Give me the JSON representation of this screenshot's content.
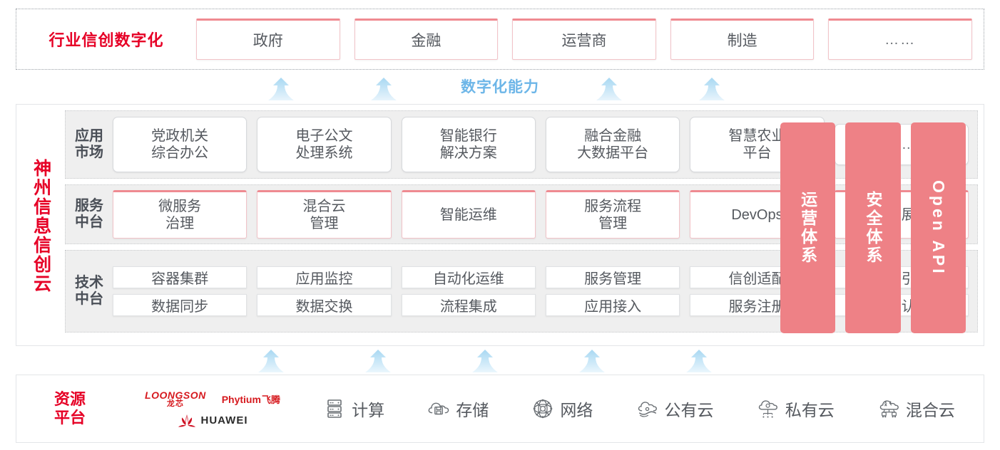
{
  "industry": {
    "title": "行业信创数字化",
    "cards": [
      {
        "label": "政府"
      },
      {
        "label": "金融"
      },
      {
        "label": "运营商"
      },
      {
        "label": "制造"
      },
      {
        "label": "……"
      }
    ]
  },
  "capability": {
    "label": "数字化能力",
    "arrow_count": 4
  },
  "platform": {
    "brand": "神州信息信创云",
    "tiers": [
      {
        "key": "app-market",
        "label": "应用\n市场",
        "label_lines": [
          "应用",
          "市场"
        ],
        "cards": [
          {
            "lines": [
              "党政机关",
              "综合办公"
            ]
          },
          {
            "lines": [
              "电子公文",
              "处理系统"
            ]
          },
          {
            "lines": [
              "智能银行",
              "解决方案"
            ]
          },
          {
            "lines": [
              "融合金融",
              "大数据平台"
            ]
          },
          {
            "lines": [
              "智慧农业",
              "平台"
            ]
          },
          {
            "lines": [
              "……"
            ],
            "dots": true
          }
        ]
      },
      {
        "key": "service-platform",
        "label_lines": [
          "服务",
          "中台"
        ],
        "cards": [
          {
            "lines": [
              "微服务",
              "治理"
            ]
          },
          {
            "lines": [
              "混合云",
              "管理"
            ]
          },
          {
            "lines": [
              "智能运维"
            ]
          },
          {
            "lines": [
              "服务流程",
              "管理"
            ]
          },
          {
            "lines": [
              "DevOps"
            ]
          },
          {
            "lines": [
              "大屏展示"
            ]
          }
        ]
      },
      {
        "key": "tech-platform",
        "label_lines": [
          "技术",
          "中台"
        ],
        "rows": [
          [
            "容器集群",
            "应用监控",
            "自动化运维",
            "服务管理",
            "信创适配",
            "流程引擎"
          ],
          [
            "数据同步",
            "数据交换",
            "流程集成",
            "应用接入",
            "服务注册",
            "统一认证"
          ]
        ]
      }
    ],
    "pillars": [
      {
        "label": "运营体系",
        "latin": false
      },
      {
        "label": "安全体系",
        "latin": false
      },
      {
        "label": "Open API",
        "latin": true
      }
    ]
  },
  "lower_arrows": {
    "count": 5
  },
  "resources": {
    "title_lines": [
      "资源",
      "平台"
    ],
    "vendors": [
      {
        "name": "LOONGSON",
        "cn": "龙芯",
        "id": "loongson"
      },
      {
        "name": "Phytium",
        "cn": "飞腾",
        "id": "phytium"
      },
      {
        "name": "HUAWEI",
        "cn": "",
        "id": "huawei"
      }
    ],
    "items": [
      {
        "icon": "server-icon",
        "label": "计算"
      },
      {
        "icon": "cloud-storage-icon",
        "label": "存储"
      },
      {
        "icon": "network-mesh-icon",
        "label": "网络"
      },
      {
        "icon": "public-cloud-icon",
        "label": "公有云"
      },
      {
        "icon": "private-cloud-icon",
        "label": "私有云"
      },
      {
        "icon": "hybrid-cloud-icon",
        "label": "混合云"
      }
    ]
  },
  "colors": {
    "brand_red": "#e60026",
    "pink": "#ee8186",
    "card_pink_border": "#ef8a91",
    "arrow_blue": "#bfe2f7",
    "capability_blue": "#6db6e8",
    "tier_bg": "#efefef",
    "text": "#55595f"
  }
}
